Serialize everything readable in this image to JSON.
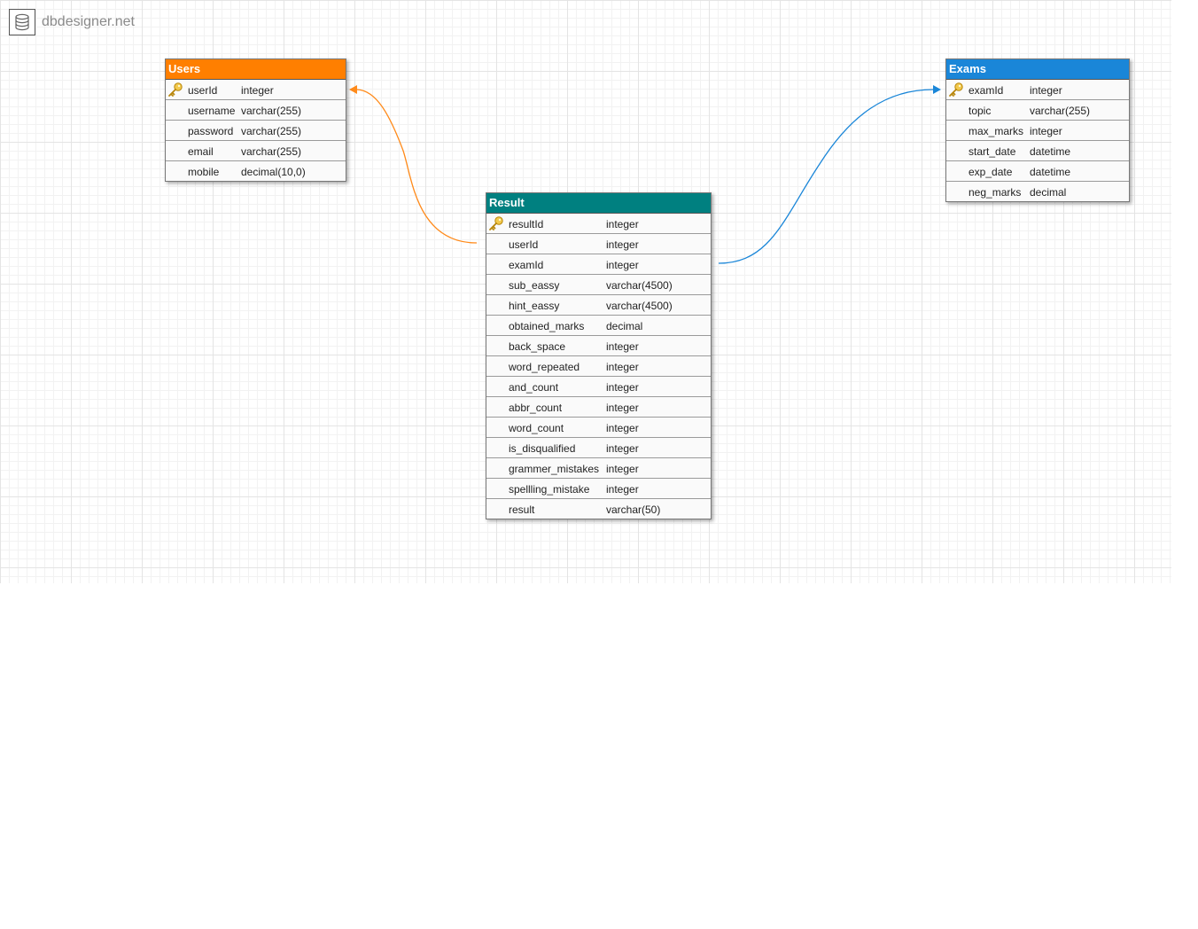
{
  "app": {
    "brand": "dbdesigner.net",
    "icon": "database-icon"
  },
  "colors": {
    "users_header": "#ff7f00",
    "exams_header": "#1a86d8",
    "result_header": "#008080",
    "link_users": "#ff8a1a",
    "link_exams": "#1a86d8"
  },
  "tables": {
    "users": {
      "title": "Users",
      "fields": [
        {
          "name": "userId",
          "type": "integer",
          "pk": true
        },
        {
          "name": "username",
          "type": "varchar(255)",
          "pk": false
        },
        {
          "name": "password",
          "type": "varchar(255)",
          "pk": false
        },
        {
          "name": "email",
          "type": "varchar(255)",
          "pk": false
        },
        {
          "name": "mobile",
          "type": "decimal(10,0)",
          "pk": false
        }
      ]
    },
    "exams": {
      "title": "Exams",
      "fields": [
        {
          "name": "examId",
          "type": "integer",
          "pk": true
        },
        {
          "name": "topic",
          "type": "varchar(255)",
          "pk": false
        },
        {
          "name": "max_marks",
          "type": "integer",
          "pk": false
        },
        {
          "name": "start_date",
          "type": "datetime",
          "pk": false
        },
        {
          "name": "exp_date",
          "type": "datetime",
          "pk": false
        },
        {
          "name": "neg_marks",
          "type": "decimal",
          "pk": false
        }
      ]
    },
    "result": {
      "title": "Result",
      "fields": [
        {
          "name": "resultId",
          "type": "integer",
          "pk": true
        },
        {
          "name": "userId",
          "type": "integer",
          "pk": false
        },
        {
          "name": "examId",
          "type": "integer",
          "pk": false
        },
        {
          "name": "sub_eassy",
          "type": "varchar(4500)",
          "pk": false
        },
        {
          "name": "hint_eassy",
          "type": "varchar(4500)",
          "pk": false
        },
        {
          "name": "obtained_marks",
          "type": "decimal",
          "pk": false
        },
        {
          "name": "back_space",
          "type": "integer",
          "pk": false
        },
        {
          "name": "word_repeated",
          "type": "integer",
          "pk": false
        },
        {
          "name": "and_count",
          "type": "integer",
          "pk": false
        },
        {
          "name": "abbr_count",
          "type": "integer",
          "pk": false
        },
        {
          "name": "word_count",
          "type": "integer",
          "pk": false
        },
        {
          "name": "is_disqualified",
          "type": "integer",
          "pk": false
        },
        {
          "name": "grammer_mistakes",
          "type": "integer",
          "pk": false
        },
        {
          "name": "spellling_mistake",
          "type": "integer",
          "pk": false
        },
        {
          "name": "result",
          "type": "varchar(50)",
          "pk": false
        }
      ]
    }
  },
  "relations": [
    {
      "from": "Result.userId",
      "to": "Users.userId"
    },
    {
      "from": "Result.examId",
      "to": "Exams.examId"
    }
  ]
}
